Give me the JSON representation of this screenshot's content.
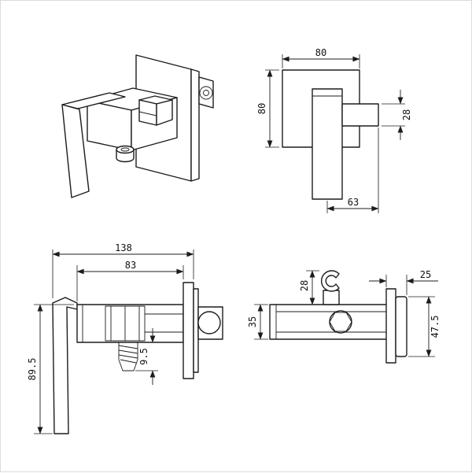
{
  "drawing": {
    "type": "faucet-technical-drawing",
    "line_color": "#1c1c1c",
    "background_color": "#ffffff",
    "views": {
      "front": {
        "dim_plate_width": "80",
        "dim_plate_height": "80",
        "dim_spout_height": "28",
        "dim_spout_reach": "63"
      },
      "side": {
        "dim_overall_length": "138",
        "dim_body_length": "83",
        "dim_handle_height": "89.5",
        "dim_outlet_length": "9.5"
      },
      "top": {
        "dim_holder_depth": "28",
        "dim_plate_depth": "25",
        "dim_body_width": "35",
        "dim_plate_span": "47.5"
      }
    }
  }
}
